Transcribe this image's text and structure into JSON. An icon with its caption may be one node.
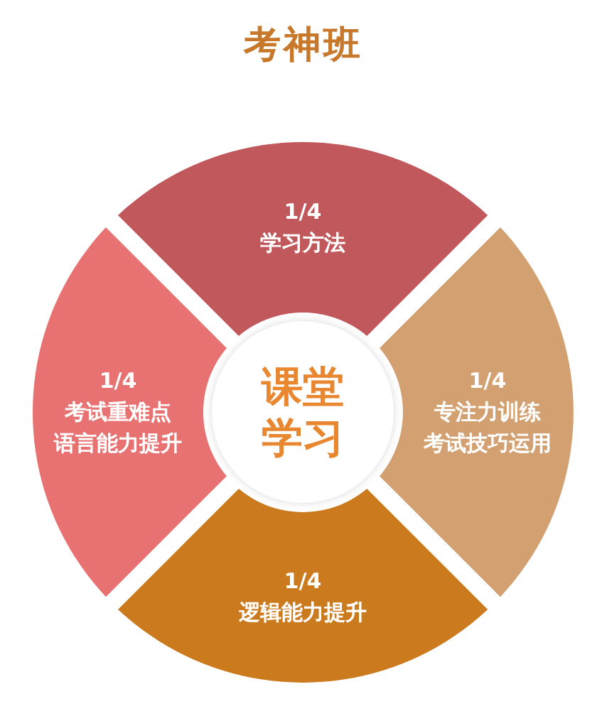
{
  "diagram": {
    "title": "考神班",
    "nodes": [
      {
        "text": [
          "1/4",
          "学习方法"
        ]
      },
      {
        "text": [
          "1/4",
          "考试重难点",
          "语言能力提升"
        ]
      },
      {
        "text": [
          "课堂学习"
        ]
      },
      {
        "text": [
          "1/4",
          "专注力训练",
          "考试技巧运用"
        ]
      },
      {
        "text": [
          "1/4",
          "逻辑能力提升"
        ]
      }
    ]
  }
}
